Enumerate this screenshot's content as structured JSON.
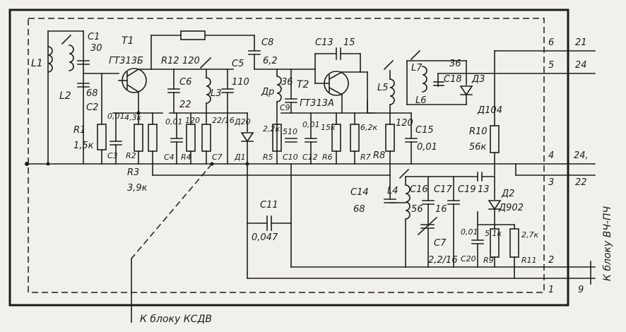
{
  "labels": {
    "L1": "L1",
    "L2": "L2",
    "C1": "C1",
    "C1v": "30",
    "T1": "T1",
    "T1t": "ГТ313Б",
    "R12": "R12",
    "R12v": "120",
    "C8": "C8",
    "C8v": "6,2",
    "C13": "C13",
    "C13v": "15",
    "C5": "C5",
    "C6": "C6",
    "C6v": "22",
    "L3": "L3",
    "C5v": "110",
    "Dr": "Др",
    "Drv": "36",
    "T2": "T2",
    "T2t": "ГТ313А",
    "C9": "C9",
    "C2": "C2",
    "C2v": "68",
    "C3v": "0,01",
    "R2v": "4,3к",
    "C4v": "0,01",
    "R4v": "120",
    "C7v": "22/16",
    "D1v": "Д20",
    "L5": "L5",
    "L7": "L7",
    "L6": "L6",
    "C18": "C18",
    "D3": "Д3",
    "C18v": "36",
    "D104": "Д104",
    "R1": "R1",
    "R1v": "1,5к",
    "C3": "C3",
    "R2": "R2",
    "R3": "R3",
    "R3v": "3,9к",
    "C4": "C4",
    "R4": "R4",
    "C7": "C7",
    "D1": "Д1",
    "R5": "R5",
    "R5v": "2,2к",
    "C10": "C10",
    "C10v": "510",
    "C12": "C12",
    "C12v": "0,01",
    "R6": "R6",
    "R6v": "15к",
    "R7": "R7",
    "R7v": "6,2к",
    "R8": "R8",
    "R8v": "120",
    "C15": "C15",
    "C15v": "0,01",
    "R10": "R10",
    "R10v": "56к",
    "C14": "C14",
    "C14v": "68",
    "L4": "L4",
    "C16": "C16",
    "C16v": "56",
    "C17": "C17",
    "C17v": "16",
    "C19": "C19",
    "C19v": "13",
    "D2": "Д2",
    "D2t": "Д902",
    "C11": "C11",
    "C11v": "0,047",
    "C7b": "C7",
    "C7bv": "2,2/16",
    "C20": "C20",
    "C20v": "0,01",
    "R9": "R9",
    "R9v": "5,1к",
    "R11": "R11",
    "R11v": "2,7к",
    "ksdv": "К блоку КСДВ",
    "vchpch": "К блоку ВЧ-ПЧ"
  },
  "pins": {
    "p6": "6",
    "p21": "21",
    "p5": "5",
    "p24a": "24",
    "p4": "4",
    "p24b": "24,",
    "p3": "3",
    "p22": "22",
    "p2": "2",
    "p1": "1",
    "p9": "9"
  },
  "colors": {
    "ink": "#1c1c1c",
    "paper": "#f2f0ea"
  }
}
